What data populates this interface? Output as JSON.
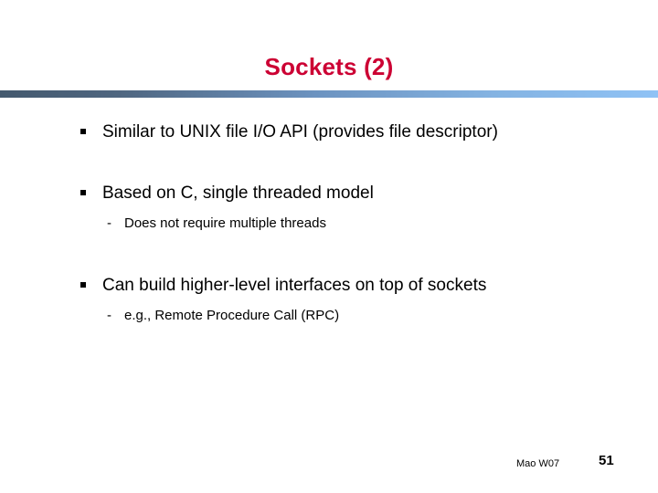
{
  "slide": {
    "title": "Sockets (2)",
    "title_color": "#cc0033",
    "background_color": "#ffffff",
    "rule": {
      "gradient_start_color": "#44596e",
      "gradient_mid_color": "#6c93c0",
      "gradient_end_color": "#8fc2f5"
    },
    "bullets": [
      {
        "level": 1,
        "marker": "square-bullet",
        "text": "Similar to UNIX file I/O API (provides file descriptor)"
      },
      {
        "level": 1,
        "marker": "square-bullet",
        "text": "Based on C, single threaded model"
      },
      {
        "level": 2,
        "marker": "dash-bullet",
        "marker_glyph": "-",
        "text": "Does not require multiple threads"
      },
      {
        "level": 1,
        "marker": "square-bullet",
        "text": "Can build higher-level interfaces on top of sockets"
      },
      {
        "level": 2,
        "marker": "dash-bullet",
        "marker_glyph": "-",
        "text": "e.g., Remote Procedure Call (RPC)"
      }
    ],
    "footer": {
      "author": "Mao W07",
      "slide_number": "51"
    }
  }
}
